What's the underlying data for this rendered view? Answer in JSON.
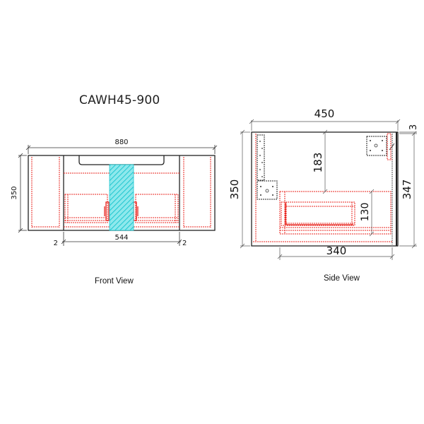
{
  "title": "CAWH45-900",
  "front_view": {
    "caption": "Front View",
    "dimensions": {
      "overall_width": "880",
      "height": "350",
      "inner_width": "544",
      "left_gap": "2",
      "right_gap": "2"
    }
  },
  "side_view": {
    "caption": "Side View",
    "dimensions": {
      "depth": "450",
      "top_offset": "3",
      "height": "350",
      "inner_height": "347",
      "top_to_drawer": "183",
      "drawer_height": "130",
      "drawer_depth": "340"
    }
  },
  "colors": {
    "outline": "#222222",
    "hidden_lines": "#e8251f",
    "cutout": "#38d6dc",
    "dimension_lines": "#555555"
  }
}
